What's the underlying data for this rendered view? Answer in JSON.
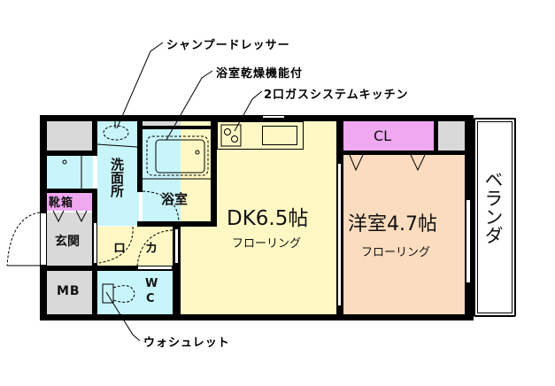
{
  "callouts": {
    "shampoo_dresser": "シャンプードレッサー",
    "bath_dryer": "浴室乾燥機能付",
    "system_kitchen": "2口ガスシステムキッチン",
    "washlet": "ウォシュレット"
  },
  "rooms": {
    "washroom": {
      "label": "洗面所",
      "color": "#c8f5fa"
    },
    "bathroom": {
      "label": "浴室",
      "color": "#c8f5fa"
    },
    "shoe_box": {
      "label": "靴箱",
      "color": "#f0a8f0"
    },
    "entrance": {
      "label": "玄関",
      "color": "#d9d9d9"
    },
    "corridor": {
      "label_left": "ロ",
      "label_right": "カ",
      "color": "#fff8c4"
    },
    "meter_box": {
      "label": "MB",
      "color": "#d9d9d9"
    },
    "wc": {
      "label_w": "W",
      "label_c": "C",
      "color": "#c8f5fa"
    },
    "dk": {
      "label": "DK6.5帖",
      "sub": "フローリング",
      "color": "#fff8c4"
    },
    "closet": {
      "label": "CL",
      "color": "#f0a8f0"
    },
    "western": {
      "label": "洋室4.7帖",
      "sub": "フローリング",
      "color": "#fcdcbe"
    },
    "veranda": {
      "label": "ベランダ",
      "color": "#ffffff"
    },
    "storage_color": "#d9d9d9"
  }
}
